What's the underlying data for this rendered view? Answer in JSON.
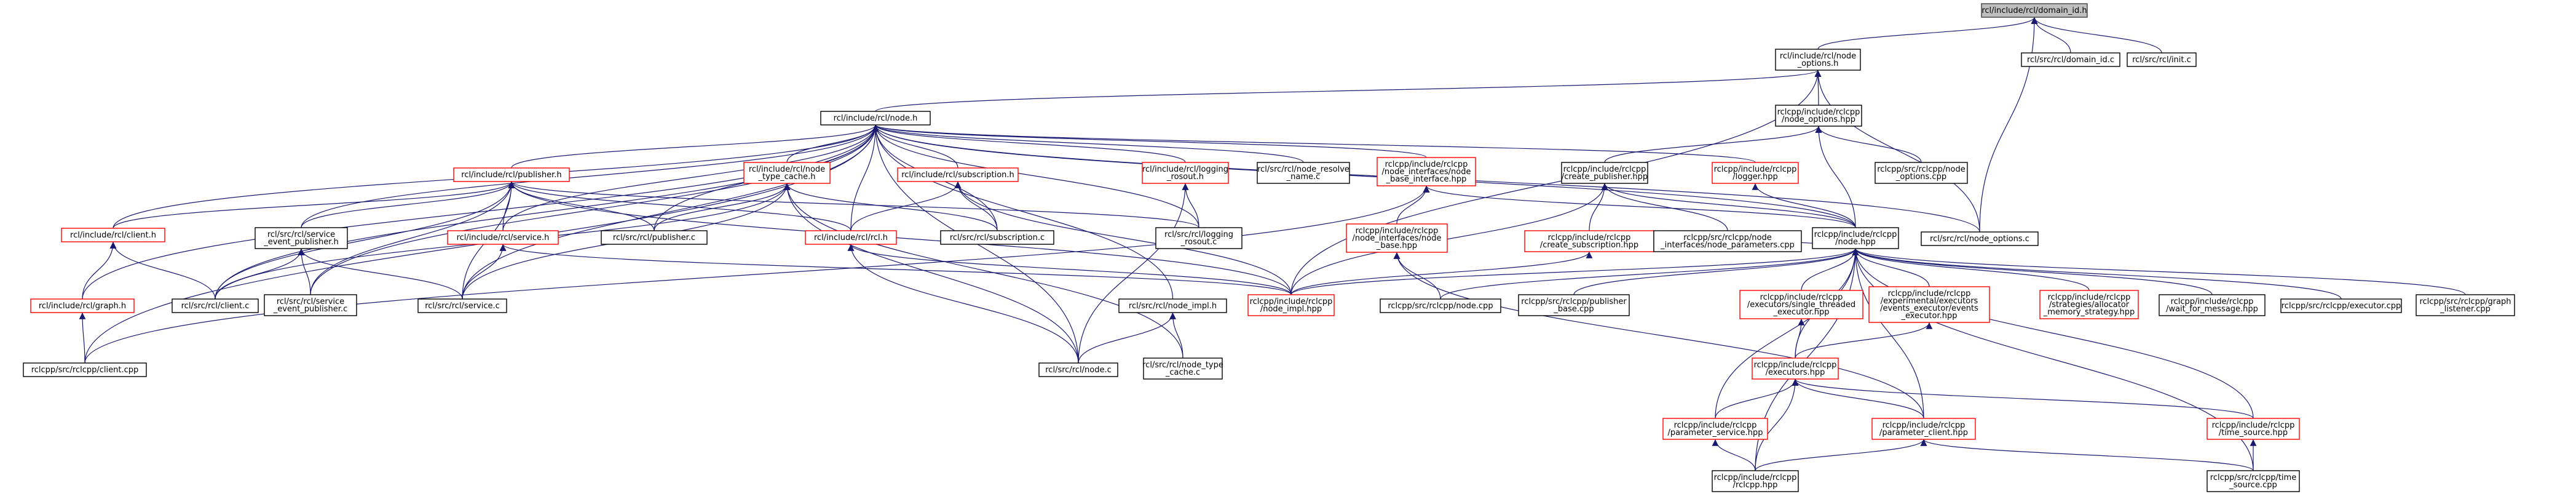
{
  "graph_title": "rcl/include/rcl/domain_id.h",
  "colors": {
    "edge": "#191970",
    "red_border": "#ff0000",
    "black_border": "#000000",
    "root_fill": "#bfbfbf"
  },
  "nodes": [
    {
      "id": "domain_id_h",
      "lines": [
        "rcl/include/rcl/domain_id.h"
      ],
      "style": "root"
    },
    {
      "id": "node_options_h",
      "lines": [
        "rcl/include/rcl/node",
        "_options.h"
      ],
      "style": "black"
    },
    {
      "id": "domain_id_c",
      "lines": [
        "rcl/src/rcl/domain_id.c"
      ],
      "style": "black"
    },
    {
      "id": "init_c",
      "lines": [
        "rcl/src/rcl/init.c"
      ],
      "style": "black"
    },
    {
      "id": "node_h",
      "lines": [
        "rcl/include/rcl/node.h"
      ],
      "style": "black"
    },
    {
      "id": "cpp_node_options_hpp",
      "lines": [
        "rclcpp/include/rclcpp",
        "/node_options.hpp"
      ],
      "style": "black"
    },
    {
      "id": "publisher_h",
      "lines": [
        "rcl/include/rcl/publisher.h"
      ],
      "style": "red"
    },
    {
      "id": "node_type_cache_h",
      "lines": [
        "rcl/include/rcl/node",
        "_type_cache.h"
      ],
      "style": "red"
    },
    {
      "id": "subscription_h",
      "lines": [
        "rcl/include/rcl/subscription.h"
      ],
      "style": "red"
    },
    {
      "id": "logging_rosout_h",
      "lines": [
        "rcl/include/rcl/logging",
        "_rosout.h"
      ],
      "style": "red"
    },
    {
      "id": "node_resolve_name_c",
      "lines": [
        "rcl/src/rcl/node_resolve",
        "_name.c"
      ],
      "style": "black"
    },
    {
      "id": "node_base_interface_hpp",
      "lines": [
        "rclcpp/include/rclcpp",
        "/node_interfaces/node",
        "_base_interface.hpp"
      ],
      "style": "red"
    },
    {
      "id": "create_publisher_hpp",
      "lines": [
        "rclcpp/include/rclcpp",
        "/create_publisher.hpp"
      ],
      "style": "black"
    },
    {
      "id": "logger_hpp",
      "lines": [
        "rclcpp/include/rclcpp",
        "/logger.hpp"
      ],
      "style": "red"
    },
    {
      "id": "node_options_cpp",
      "lines": [
        "rclcpp/src/rclcpp/node",
        "_options.cpp"
      ],
      "style": "black"
    },
    {
      "id": "client_h",
      "lines": [
        "rcl/include/rcl/client.h"
      ],
      "style": "red"
    },
    {
      "id": "service_event_publisher_h",
      "lines": [
        "rcl/src/rcl/service",
        "_event_publisher.h"
      ],
      "style": "black"
    },
    {
      "id": "service_h",
      "lines": [
        "rcl/include/rcl/service.h"
      ],
      "style": "red"
    },
    {
      "id": "publisher_c",
      "lines": [
        "rcl/src/rcl/publisher.c"
      ],
      "style": "black"
    },
    {
      "id": "rcl_h",
      "lines": [
        "rcl/include/rcl/rcl.h"
      ],
      "style": "red"
    },
    {
      "id": "logging_rosout_c",
      "lines": [
        "rcl/src/rcl/logging",
        "_rosout.c"
      ],
      "style": "black"
    },
    {
      "id": "subscription_c",
      "lines": [
        "rcl/src/rcl/subscription.c"
      ],
      "style": "black"
    },
    {
      "id": "node_base_hpp",
      "lines": [
        "rclcpp/include/rclcpp",
        "/node_interfaces/node",
        "_base.hpp"
      ],
      "style": "red"
    },
    {
      "id": "create_subscription_hpp",
      "lines": [
        "rclcpp/include/rclcpp",
        "/create_subscription.hpp"
      ],
      "style": "red"
    },
    {
      "id": "node_parameters_cpp",
      "lines": [
        "rclcpp/src/rclcpp/node",
        "_interfaces/node_parameters.cpp"
      ],
      "style": "black"
    },
    {
      "id": "cpp_node_hpp",
      "lines": [
        "rclcpp/include/rclcpp",
        "/node.hpp"
      ],
      "style": "black"
    },
    {
      "id": "node_options_c",
      "lines": [
        "rcl/src/rcl/node_options.c"
      ],
      "style": "black"
    },
    {
      "id": "graph_h",
      "lines": [
        "rcl/include/rcl/graph.h"
      ],
      "style": "red"
    },
    {
      "id": "client_c",
      "lines": [
        "rcl/src/rcl/client.c"
      ],
      "style": "black"
    },
    {
      "id": "service_event_publisher_c",
      "lines": [
        "rcl/src/rcl/service",
        "_event_publisher.c"
      ],
      "style": "black"
    },
    {
      "id": "service_c",
      "lines": [
        "rcl/src/rcl/service.c"
      ],
      "style": "black"
    },
    {
      "id": "node_impl_h",
      "lines": [
        "rcl/src/rcl/node_impl.h"
      ],
      "style": "black"
    },
    {
      "id": "node_impl_hpp",
      "lines": [
        "rclcpp/include/rclcpp",
        "/node_impl.hpp"
      ],
      "style": "red"
    },
    {
      "id": "cpp_node_cpp",
      "lines": [
        "rclcpp/src/rclcpp/node.cpp"
      ],
      "style": "black"
    },
    {
      "id": "publisher_base_cpp",
      "lines": [
        "rclcpp/src/rclcpp/publisher",
        "_base.cpp"
      ],
      "style": "black"
    },
    {
      "id": "single_threaded_executor_hpp",
      "lines": [
        "rclcpp/include/rclcpp",
        "/executors/single_threaded",
        "_executor.hpp"
      ],
      "style": "red"
    },
    {
      "id": "events_executor_hpp",
      "lines": [
        "rclcpp/include/rclcpp",
        "/experimental/executors",
        "/events_executor/events",
        "_executor.hpp"
      ],
      "style": "red"
    },
    {
      "id": "allocator_memory_strategy_hpp",
      "lines": [
        "rclcpp/include/rclcpp",
        "/strategies/allocator",
        "_memory_strategy.hpp"
      ],
      "style": "red"
    },
    {
      "id": "wait_for_message_hpp",
      "lines": [
        "rclcpp/include/rclcpp",
        "/wait_for_message.hpp"
      ],
      "style": "black"
    },
    {
      "id": "executor_cpp",
      "lines": [
        "rclcpp/src/rclcpp/executor.cpp"
      ],
      "style": "black"
    },
    {
      "id": "graph_listener_cpp",
      "lines": [
        "rclcpp/src/rclcpp/graph",
        "_listener.cpp"
      ],
      "style": "black"
    },
    {
      "id": "client_cpp",
      "lines": [
        "rclcpp/src/rclcpp/client.cpp"
      ],
      "style": "black"
    },
    {
      "id": "node_c",
      "lines": [
        "rcl/src/rcl/node.c"
      ],
      "style": "black"
    },
    {
      "id": "node_type_cache_c",
      "lines": [
        "rcl/src/rcl/node_type",
        "_cache.c"
      ],
      "style": "black"
    },
    {
      "id": "executors_hpp",
      "lines": [
        "rclcpp/include/rclcpp",
        "/executors.hpp"
      ],
      "style": "red"
    },
    {
      "id": "parameter_service_hpp",
      "lines": [
        "rclcpp/include/rclcpp",
        "/parameter_service.hpp"
      ],
      "style": "red"
    },
    {
      "id": "parameter_client_hpp",
      "lines": [
        "rclcpp/include/rclcpp",
        "/parameter_client.hpp"
      ],
      "style": "red"
    },
    {
      "id": "time_source_hpp",
      "lines": [
        "rclcpp/include/rclcpp",
        "/time_source.hpp"
      ],
      "style": "red"
    },
    {
      "id": "rclcpp_hpp",
      "lines": [
        "rclcpp/include/rclcpp",
        "/rclcpp.hpp"
      ],
      "style": "black"
    },
    {
      "id": "time_source_cpp",
      "lines": [
        "rclcpp/src/rclcpp/time",
        "_source.cpp"
      ],
      "style": "black"
    }
  ],
  "edges": [
    [
      "domain_id_h",
      "node_options_h"
    ],
    [
      "domain_id_h",
      "domain_id_c"
    ],
    [
      "domain_id_h",
      "init_c"
    ],
    [
      "domain_id_h",
      "node_options_c"
    ],
    [
      "node_options_h",
      "node_h"
    ],
    [
      "node_options_h",
      "cpp_node_options_hpp"
    ],
    [
      "node_options_h",
      "node_options_c"
    ],
    [
      "node_options_h",
      "node_impl_hpp"
    ],
    [
      "node_h",
      "publisher_h"
    ],
    [
      "node_h",
      "node_type_cache_h"
    ],
    [
      "node_h",
      "subscription_h"
    ],
    [
      "node_h",
      "logging_rosout_h"
    ],
    [
      "node_h",
      "node_resolve_name_c"
    ],
    [
      "node_h",
      "node_base_interface_hpp"
    ],
    [
      "node_h",
      "logger_hpp"
    ],
    [
      "node_h",
      "client_h"
    ],
    [
      "node_h",
      "service_event_publisher_h"
    ],
    [
      "node_h",
      "service_h"
    ],
    [
      "node_h",
      "publisher_c"
    ],
    [
      "node_h",
      "rcl_h"
    ],
    [
      "node_h",
      "logging_rosout_c"
    ],
    [
      "node_h",
      "subscription_c"
    ],
    [
      "node_h",
      "graph_h"
    ],
    [
      "node_h",
      "client_c"
    ],
    [
      "node_h",
      "service_c"
    ],
    [
      "node_h",
      "node_impl_h"
    ],
    [
      "node_h",
      "node_c"
    ],
    [
      "node_h",
      "client_cpp"
    ],
    [
      "node_h",
      "cpp_node_hpp"
    ],
    [
      "node_h",
      "service_event_publisher_c"
    ],
    [
      "node_h",
      "node_options_c"
    ],
    [
      "cpp_node_options_hpp",
      "create_publisher_hpp"
    ],
    [
      "cpp_node_options_hpp",
      "node_options_cpp"
    ],
    [
      "cpp_node_options_hpp",
      "cpp_node_hpp"
    ],
    [
      "publisher_h",
      "client_h"
    ],
    [
      "publisher_h",
      "service_event_publisher_h"
    ],
    [
      "publisher_h",
      "service_h"
    ],
    [
      "publisher_h",
      "publisher_c"
    ],
    [
      "publisher_h",
      "rcl_h"
    ],
    [
      "publisher_h",
      "logging_rosout_c"
    ],
    [
      "publisher_h",
      "client_c"
    ],
    [
      "publisher_h",
      "service_event_publisher_c"
    ],
    [
      "publisher_h",
      "service_c"
    ],
    [
      "publisher_h",
      "node_impl_hpp"
    ],
    [
      "node_type_cache_h",
      "publisher_c"
    ],
    [
      "node_type_cache_h",
      "subscription_c"
    ],
    [
      "node_type_cache_h",
      "node_c"
    ],
    [
      "node_type_cache_h",
      "node_type_cache_c"
    ],
    [
      "node_type_cache_h",
      "client_c"
    ],
    [
      "node_type_cache_h",
      "service_c"
    ],
    [
      "subscription_h",
      "rcl_h"
    ],
    [
      "subscription_h",
      "subscription_c"
    ],
    [
      "subscription_h",
      "node_impl_hpp"
    ],
    [
      "logging_rosout_h",
      "logging_rosout_c"
    ],
    [
      "logging_rosout_h",
      "node_c"
    ],
    [
      "node_base_interface_hpp",
      "node_base_hpp"
    ],
    [
      "node_base_interface_hpp",
      "cpp_node_hpp"
    ],
    [
      "node_base_interface_hpp",
      "client_cpp"
    ],
    [
      "create_publisher_hpp",
      "create_subscription_hpp"
    ],
    [
      "create_publisher_hpp",
      "node_parameters_cpp"
    ],
    [
      "create_publisher_hpp",
      "cpp_node_hpp"
    ],
    [
      "create_publisher_hpp",
      "node_impl_hpp"
    ],
    [
      "logger_hpp",
      "cpp_node_hpp"
    ],
    [
      "client_h",
      "graph_h"
    ],
    [
      "client_h",
      "client_c"
    ],
    [
      "service_event_publisher_h",
      "client_c"
    ],
    [
      "service_event_publisher_h",
      "service_event_publisher_c"
    ],
    [
      "service_event_publisher_h",
      "service_c"
    ],
    [
      "service_h",
      "service_c"
    ],
    [
      "service_h",
      "node_impl_hpp"
    ],
    [
      "rcl_h",
      "node_c"
    ],
    [
      "rcl_h",
      "node_impl_hpp"
    ],
    [
      "node_base_hpp",
      "cpp_node_cpp"
    ],
    [
      "node_base_hpp",
      "parameter_client_hpp"
    ],
    [
      "create_subscription_hpp",
      "cpp_node_hpp"
    ],
    [
      "create_subscription_hpp",
      "node_impl_hpp"
    ],
    [
      "cpp_node_hpp",
      "node_impl_hpp"
    ],
    [
      "cpp_node_hpp",
      "cpp_node_cpp"
    ],
    [
      "cpp_node_hpp",
      "publisher_base_cpp"
    ],
    [
      "cpp_node_hpp",
      "single_threaded_executor_hpp"
    ],
    [
      "cpp_node_hpp",
      "events_executor_hpp"
    ],
    [
      "cpp_node_hpp",
      "allocator_memory_strategy_hpp"
    ],
    [
      "cpp_node_hpp",
      "wait_for_message_hpp"
    ],
    [
      "cpp_node_hpp",
      "executor_cpp"
    ],
    [
      "cpp_node_hpp",
      "graph_listener_cpp"
    ],
    [
      "cpp_node_hpp",
      "executors_hpp"
    ],
    [
      "cpp_node_hpp",
      "parameter_service_hpp"
    ],
    [
      "cpp_node_hpp",
      "parameter_client_hpp"
    ],
    [
      "cpp_node_hpp",
      "time_source_hpp"
    ],
    [
      "cpp_node_hpp",
      "rclcpp_hpp"
    ],
    [
      "cpp_node_hpp",
      "time_source_cpp"
    ],
    [
      "graph_h",
      "client_cpp"
    ],
    [
      "node_impl_h",
      "node_c"
    ],
    [
      "node_impl_h",
      "node_type_cache_c"
    ],
    [
      "single_threaded_executor_hpp",
      "executors_hpp"
    ],
    [
      "events_executor_hpp",
      "executors_hpp"
    ],
    [
      "executors_hpp",
      "parameter_service_hpp"
    ],
    [
      "executors_hpp",
      "parameter_client_hpp"
    ],
    [
      "executors_hpp",
      "time_source_hpp"
    ],
    [
      "executors_hpp",
      "rclcpp_hpp"
    ],
    [
      "parameter_service_hpp",
      "rclcpp_hpp"
    ],
    [
      "parameter_client_hpp",
      "rclcpp_hpp"
    ],
    [
      "parameter_client_hpp",
      "time_source_cpp"
    ],
    [
      "time_source_hpp",
      "time_source_cpp"
    ]
  ]
}
